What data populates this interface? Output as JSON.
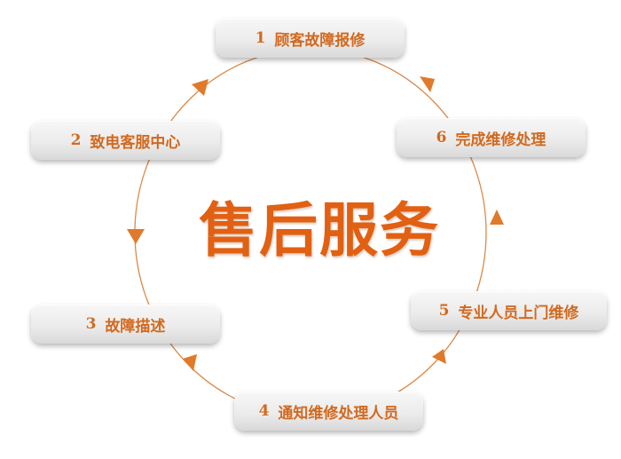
{
  "title": "售后服务",
  "steps": [
    {
      "num": "1",
      "label": "顾客故障报修"
    },
    {
      "num": "2",
      "label": "致电客服中心"
    },
    {
      "num": "3",
      "label": "故障描述"
    },
    {
      "num": "4",
      "label": "通知维修处理人员"
    },
    {
      "num": "5",
      "label": "专业人员上门维修"
    },
    {
      "num": "6",
      "label": "完成维修处理"
    }
  ],
  "colors": {
    "accent": "#e26012",
    "ring": "#d98a4a"
  }
}
